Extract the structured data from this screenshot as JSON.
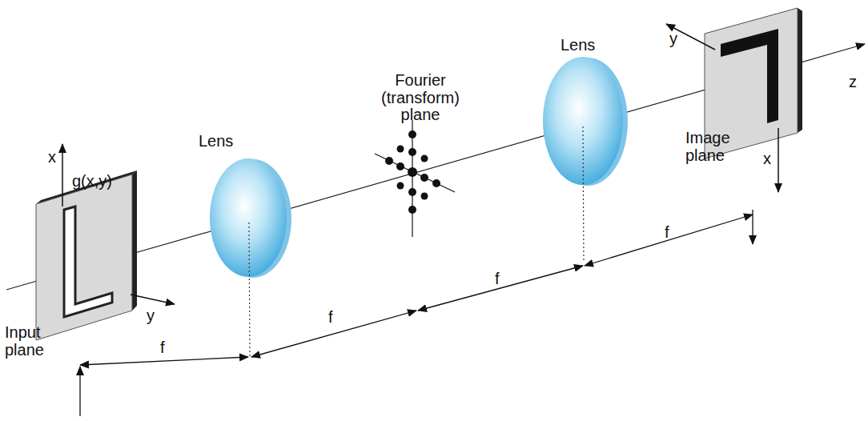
{
  "diagram": {
    "labels": [
      "x",
      "g(x,y)",
      "y",
      "Input plane",
      "Lens",
      "Fourier (transform) plane",
      "Lens",
      "y",
      "z",
      "Image plane",
      "x",
      "f",
      "f",
      "f",
      "f"
    ]
  }
}
